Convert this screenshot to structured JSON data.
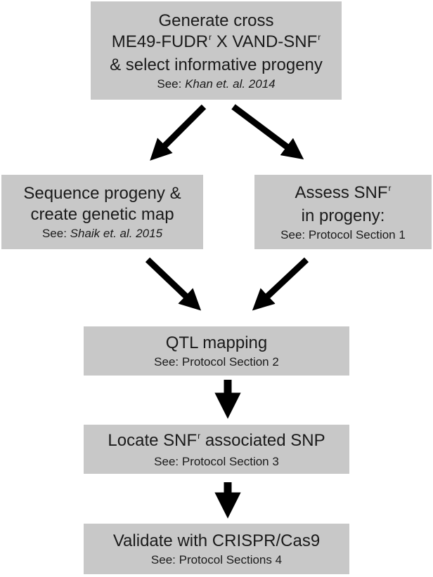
{
  "box_generate": {
    "line1": "Generate cross",
    "line2_a": "ME49-FUDR",
    "line2_sup1": "r",
    "line2_b": " X VAND-SNF",
    "line2_sup2": "r",
    "line3": "& select informative progeny",
    "see_prefix": "See: ",
    "see_ref": "Khan et. al. 2014"
  },
  "box_sequence": {
    "line1": "Sequence progeny &",
    "line2": "create genetic map",
    "see_prefix": "See: ",
    "see_ref": "Shaik et. al. 2015"
  },
  "box_assess": {
    "line1_a": "Assess SNF",
    "line1_sup": "r",
    "line2": "in progeny:",
    "see": "See: Protocol Section 1"
  },
  "box_qtl": {
    "line1": "QTL mapping",
    "see": "See: Protocol Section 2"
  },
  "box_locate": {
    "line1_a": "Locate SNF",
    "line1_sup": "r",
    "line1_b": " associated SNP",
    "see": "See: Protocol Section 3"
  },
  "box_validate": {
    "line1": "Validate with CRISPR/Cas9",
    "see": "See: Protocol Sections 4"
  },
  "colors": {
    "box_fill": "#c8c8c8",
    "arrow": "#000000",
    "text": "#1a1a1a"
  }
}
